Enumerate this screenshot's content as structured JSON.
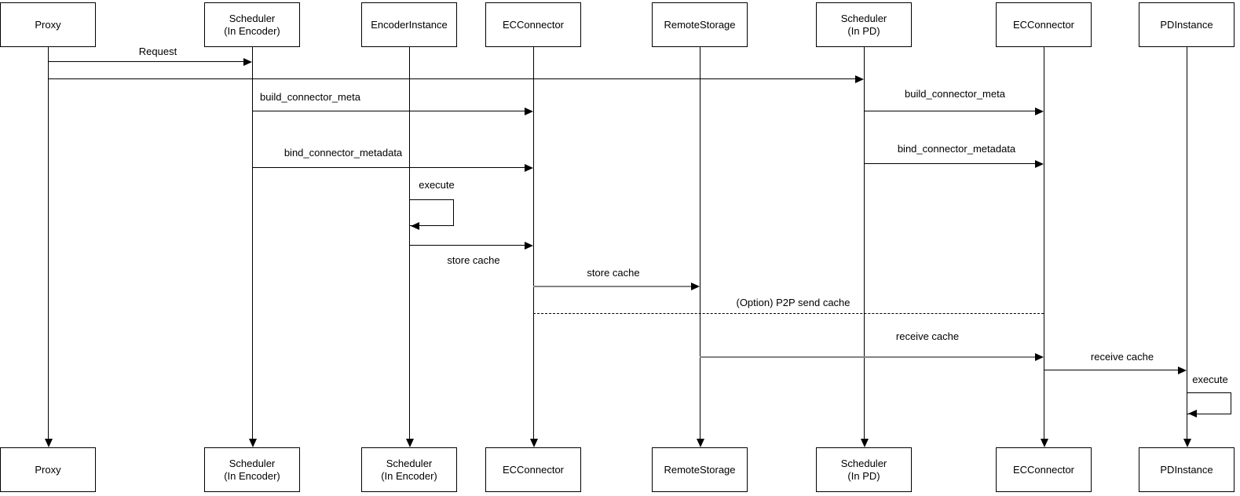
{
  "diagram": {
    "type": "sequence-diagram",
    "background_color": "#ffffff",
    "line_color": "#000000",
    "gray_line_color": "#838383",
    "actors": [
      {
        "top_label": "Proxy",
        "bottom_label": "Proxy"
      },
      {
        "top_label": "Scheduler\n(In Encoder)",
        "bottom_label": "Scheduler\n(In Encoder)"
      },
      {
        "top_label": "EncoderInstance",
        "bottom_label": "Scheduler\n(In Encoder)"
      },
      {
        "top_label": "ECConnector",
        "bottom_label": "ECConnector"
      },
      {
        "top_label": "RemoteStorage",
        "bottom_label": "RemoteStorage"
      },
      {
        "top_label": "Scheduler\n(In PD)",
        "bottom_label": "Scheduler\n(In PD)"
      },
      {
        "top_label": "ECConnector",
        "bottom_label": "ECConnector"
      },
      {
        "top_label": "PDInstance",
        "bottom_label": "PDInstance"
      }
    ],
    "messages": {
      "request": "Request",
      "build_connector_meta_encoder": "build_connector_meta",
      "build_connector_meta_pd": "build_connector_meta",
      "bind_connector_metadata_encoder": "bind_connector_metadata",
      "bind_connector_metadata_pd": "bind_connector_metadata",
      "execute_encoder": "execute",
      "store_cache_encoder": "store cache",
      "store_cache_remote": "store cache",
      "p2p_send_cache": "(Option) P2P send cache",
      "receive_cache_remote": "receive cache",
      "receive_cache_pd": "receive cache",
      "execute_pd": "execute"
    }
  }
}
